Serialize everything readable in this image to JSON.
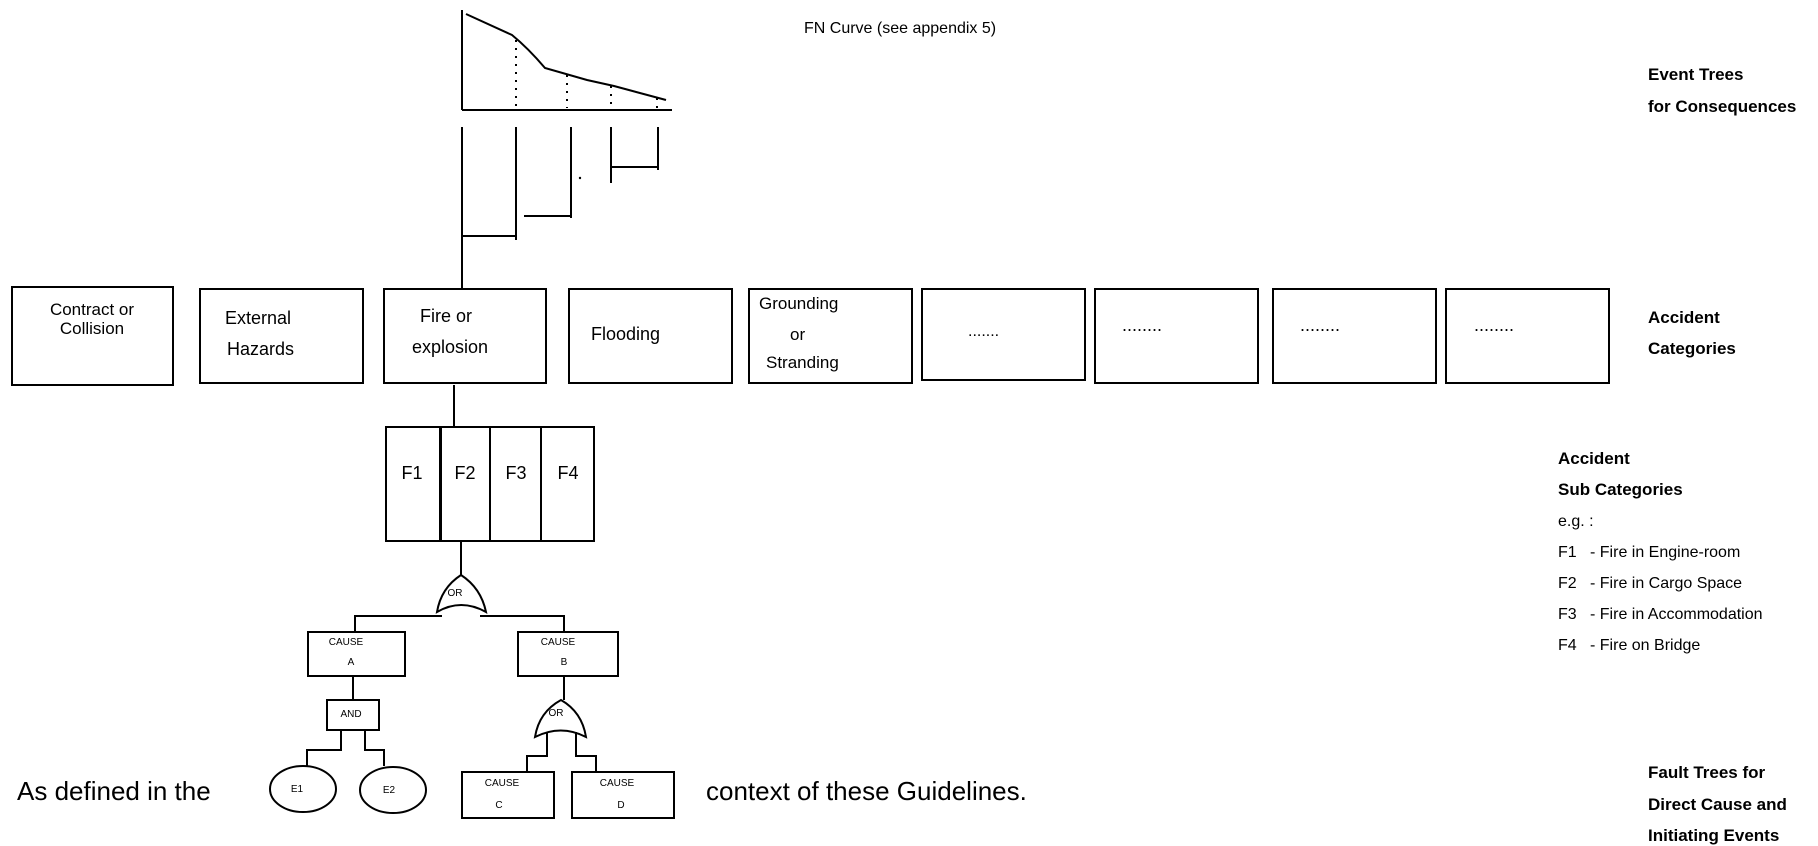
{
  "fn_curve_label": "FN Curve (see appendix 5)",
  "right_labels": {
    "event_trees": [
      "Event Trees",
      "for Consequences"
    ],
    "accident_categories": [
      "Accident",
      "Categories"
    ],
    "sub_categories_title": [
      "Accident",
      "Sub Categories"
    ],
    "sub_categories_eg": "e.g. :",
    "sub_categories_items": [
      "F1   - Fire in Engine-room",
      "F2   - Fire in Cargo Space",
      "F3   - Fire in Accommodation",
      "F4   - Fire on Bridge"
    ],
    "fault_trees": [
      "Fault Trees for",
      "Direct Cause and",
      "Initiating Events"
    ]
  },
  "categories": [
    [
      "Contract or",
      "Collision"
    ],
    [
      "External",
      "Hazards"
    ],
    [
      "Fire or",
      "explosion"
    ],
    [
      "Flooding"
    ],
    [
      "Grounding",
      "or",
      "Stranding"
    ],
    [
      "......."
    ],
    [
      "........"
    ],
    [
      "........"
    ],
    [
      "........"
    ]
  ],
  "subcategories": [
    "F1",
    "F2",
    "F3",
    "F4"
  ],
  "gates": {
    "top": "OR",
    "cause_a": "AND",
    "cause_b": "OR"
  },
  "causes": {
    "a": [
      "CAUSE",
      "A"
    ],
    "b": [
      "CAUSE",
      "B"
    ],
    "c": [
      "CAUSE",
      "C"
    ],
    "d": [
      "CAUSE",
      "D"
    ]
  },
  "events": [
    "E1",
    "E2"
  ],
  "bottom_text": {
    "left": "As defined in the",
    "right": "context of these Guidelines."
  }
}
